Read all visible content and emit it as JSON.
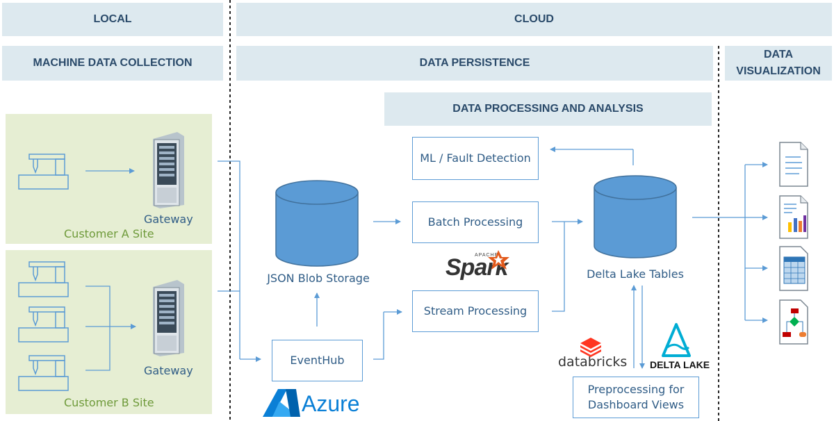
{
  "headers": {
    "local": "LOCAL",
    "cloud": "CLOUD",
    "machine_data_collection": "MACHINE DATA COLLECTION",
    "data_persistence": "DATA PERSISTENCE",
    "data_visualization": "DATA VISUALIZATION",
    "data_processing_and_analysis": "DATA PROCESSING AND ANALYSIS"
  },
  "sites": {
    "customer_a": "Customer A Site",
    "customer_b": "Customer B Site",
    "gateway_a": "Gateway",
    "gateway_b": "Gateway"
  },
  "storage": {
    "json_blob": "JSON Blob Storage",
    "delta_lake_tables": "Delta Lake Tables"
  },
  "processing": {
    "ml_fault_detection": "ML / Fault Detection",
    "batch_processing": "Batch Processing",
    "stream_processing": "Stream Processing",
    "eventhub": "EventHub",
    "preprocessing": "Preprocessing for Dashboard Views"
  },
  "logos": {
    "spark_apache": "APACHE",
    "spark": "Spark",
    "azure": "Azure",
    "databricks": "databricks",
    "delta_lake": "DELTA LAKE"
  },
  "colors": {
    "header_bg": "#dde9ef",
    "site_bg": "#e6eed3",
    "accent_blue": "#5b9bd5",
    "text_blue": "#2f5c86",
    "site_text_green": "#6e9a3a"
  },
  "icons": [
    "machine-icon",
    "server-icon",
    "database-icon",
    "document-icon",
    "report-chart-icon",
    "table-icon",
    "flowchart-icon",
    "spark-star-icon",
    "azure-logo-icon",
    "databricks-layers-icon",
    "delta-lake-triangle-icon"
  ]
}
